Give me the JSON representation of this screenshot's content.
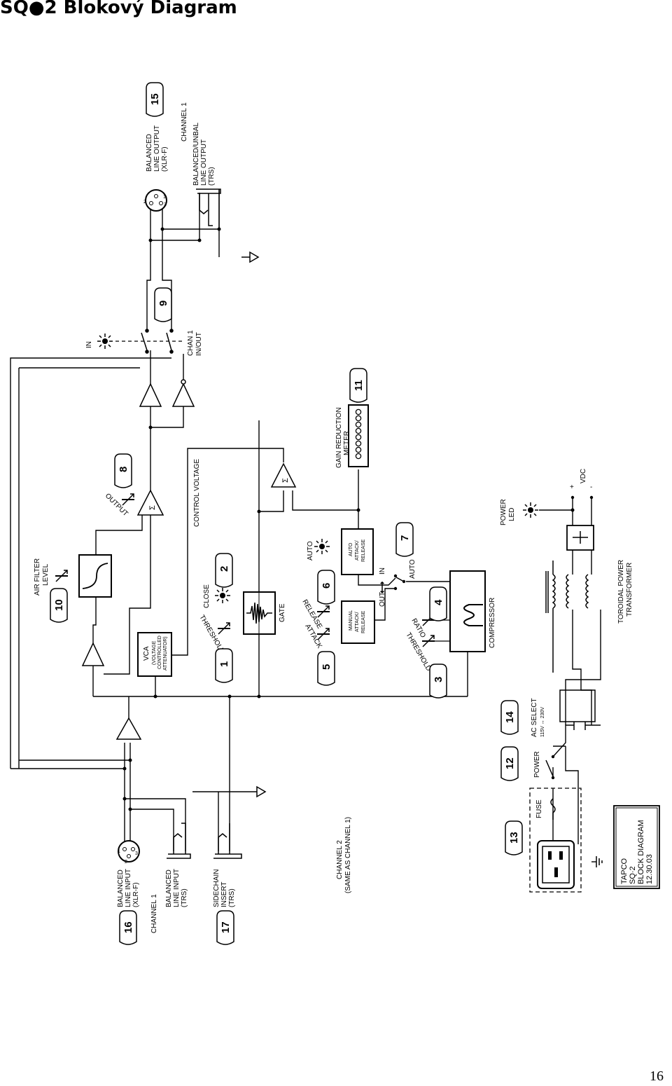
{
  "page": {
    "title": "SQ●2 Blokový Diagram",
    "page_number": "16"
  },
  "callouts": {
    "c1": "1",
    "c2": "2",
    "c3": "3",
    "c4": "4",
    "c5": "5",
    "c6": "6",
    "c7": "7",
    "c8": "8",
    "c9": "9",
    "c10": "10",
    "c11": "11",
    "c12": "12",
    "c13": "13",
    "c14": "14",
    "c15": "15",
    "c16": "16",
    "c17": "17"
  },
  "labels": {
    "balanced_line_output": [
      "BALANCED",
      "LINE OUTPUT",
      "(XLR-F)"
    ],
    "channel_1_out": "CHANNEL 1",
    "balanced_unbal_output": [
      "BALANCED/UNBAL",
      "LINE OUTPUT",
      "(TRS)"
    ],
    "in": "IN",
    "chan1_inout": [
      "CHAN 1",
      "IN/OUT"
    ],
    "gain_reduction_meter": [
      "GAIN REDUCTION",
      "METER"
    ],
    "output": "OUTPUT",
    "control_voltage": "CONTROL VOLTAGE",
    "air_filter_level": [
      "AIR FILTER",
      "LEVEL"
    ],
    "close": "CLOSE",
    "threshold_gate": "THRESHOLD",
    "gate": "GATE",
    "vca": [
      "VCA",
      "(VOLTAGE",
      "CONTROLLED",
      "ATTENUATOR)"
    ],
    "auto_led": "AUTO",
    "auto_attack_release": [
      "AUTO",
      "ATTACK/",
      "RELEASE"
    ],
    "release": "RELEASE",
    "attack": "ATTACK",
    "manual_attack_release": [
      "MANUAL",
      "ATTACK/",
      "RELEASE"
    ],
    "out_in": [
      "OUT",
      "IN"
    ],
    "auto_switch": "AUTO",
    "ratio": "RATIO",
    "threshold_comp": "THRESHOLD",
    "compressor": "COMPRESSOR",
    "power_led": [
      "POWER",
      "LED"
    ],
    "vdc": "VDC",
    "plus": "+",
    "minus": "-",
    "toroidal": [
      "TOROIDAL POWER",
      "TRANSFORMER"
    ],
    "ac_select": [
      "AC SELECT",
      "115V ↔ 230V"
    ],
    "power": "POWER",
    "fuse": "FUSE",
    "balanced_line_input": [
      "BALANCED",
      "LINE INPUT",
      "(XLR-F)"
    ],
    "channel_1_in": "CHANNEL 1",
    "balanced_line_input_trs": [
      "BALANCED",
      "LINE INPUT",
      "(TRS)"
    ],
    "sidechain_insert": [
      "SIDECHAIN",
      "INSERT",
      "(TRS)"
    ],
    "channel_2": [
      "CHANNEL 2",
      "(SAME AS CHANNEL 1)"
    ],
    "tapco_box": [
      "TAPCO",
      "SQ·2",
      "BLOCK DIAGRAM",
      "12.30.03"
    ],
    "sigma": "Σ"
  }
}
